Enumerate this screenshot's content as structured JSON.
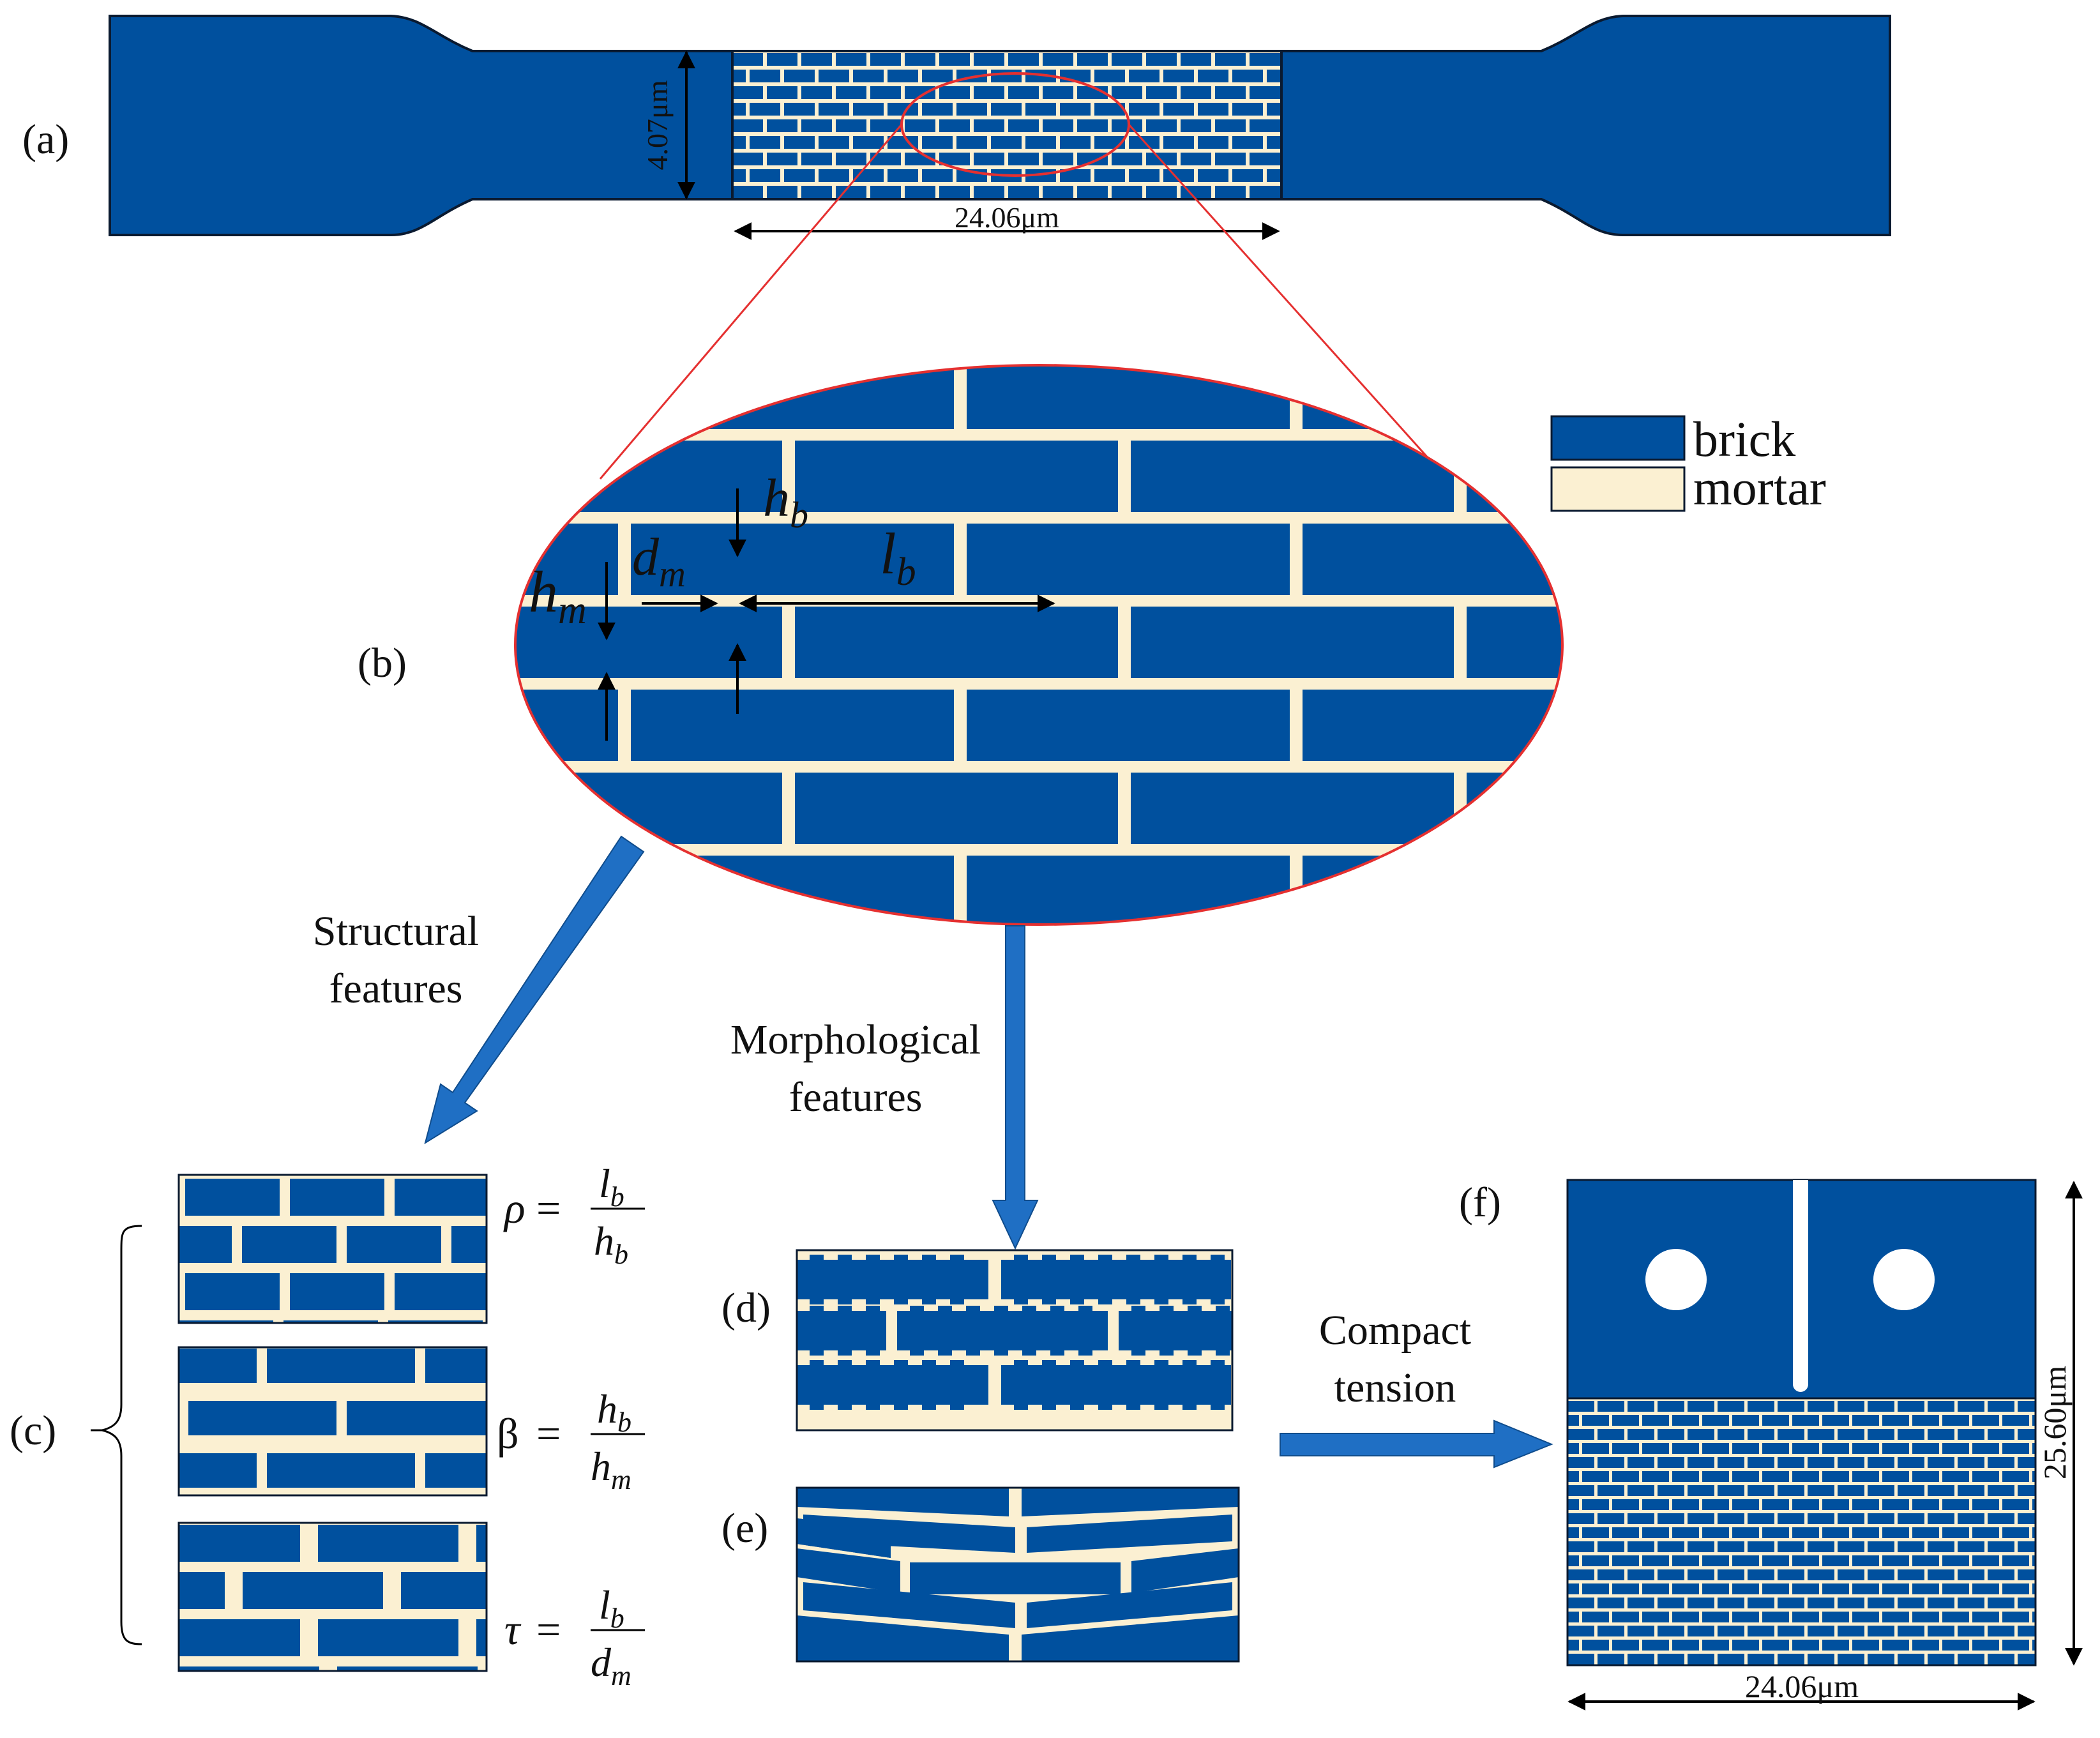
{
  "colors": {
    "brick": "#00509e",
    "mortar": "#fbf0d2",
    "outline": "#0a1a30",
    "arrow": "#1f6fc4",
    "zoom": "#e53030"
  },
  "panel_labels": {
    "a": "(a)",
    "b": "(b)",
    "c": "(c)",
    "d": "(d)",
    "e": "(e)",
    "f": "(f)"
  },
  "specimen": {
    "height_label": "4.07μm",
    "length_label": "24.06μm"
  },
  "legend": [
    {
      "label": "brick",
      "color_key": "brick"
    },
    {
      "label": "mortar",
      "color_key": "mortar"
    }
  ],
  "symbols": {
    "h_b": {
      "base": "h",
      "sub": "b"
    },
    "h_m": {
      "base": "h",
      "sub": "m"
    },
    "d_m": {
      "base": "d",
      "sub": "m"
    },
    "l_b": {
      "base": "l",
      "sub": "b"
    }
  },
  "arrows_text": {
    "structural": [
      "Structural",
      "features"
    ],
    "morphological": [
      "Morphological",
      "features"
    ],
    "compact": [
      "Compact",
      "tension"
    ]
  },
  "equations": [
    {
      "symbol": "ρ",
      "equals": "=",
      "num": "l",
      "num_sub": "b",
      "den": "h",
      "den_sub": "b"
    },
    {
      "symbol": "β",
      "equals": "=",
      "num": "h",
      "num_sub": "b",
      "den": "h",
      "den_sub": "m"
    },
    {
      "symbol": "τ",
      "equals": "=",
      "num": "l",
      "num_sub": "b",
      "den": "d",
      "den_sub": "m"
    }
  ],
  "ct_specimen": {
    "height_label": "25.60μm",
    "width_label": "24.06μm"
  }
}
